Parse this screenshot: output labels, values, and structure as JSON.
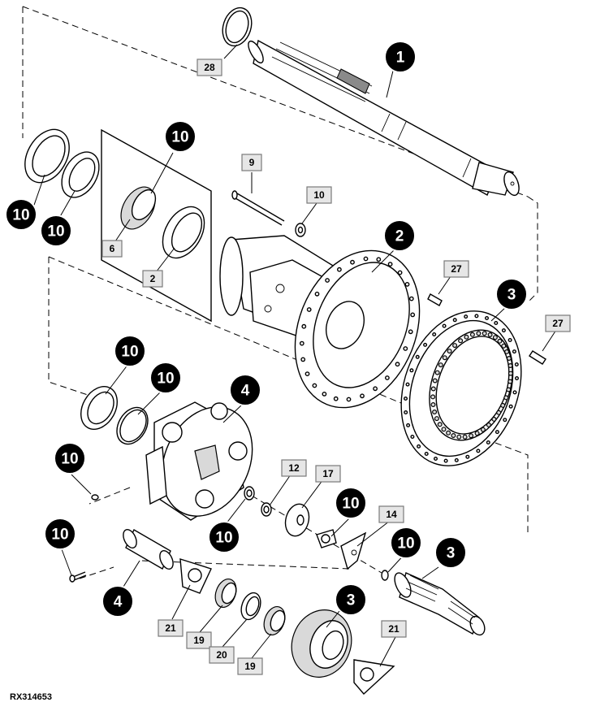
{
  "figure": {
    "id": "RX314653"
  },
  "callouts": [
    "1",
    "2",
    "3",
    "3",
    "3",
    "4",
    "4",
    "10",
    "10",
    "10",
    "10",
    "10",
    "10",
    "10",
    "10",
    "10",
    "10"
  ],
  "tags": [
    "28",
    "9",
    "10",
    "6",
    "2",
    "27",
    "27",
    "12",
    "17",
    "14",
    "21",
    "19",
    "20",
    "19",
    "21"
  ]
}
